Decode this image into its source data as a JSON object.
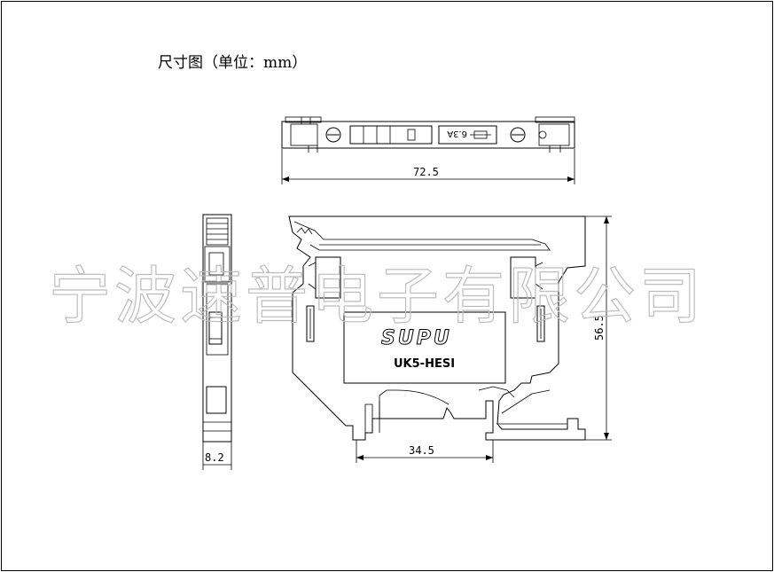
{
  "title": "尺寸图（单位：mm）",
  "watermark": "宁波速普电子有限公司",
  "brand": "SUPU",
  "model": "UK5-HESI",
  "fuse_rating": "6.3A",
  "dimensions": {
    "length": "72.5",
    "height": "56.5",
    "width": "8.2",
    "rail": "34.5"
  }
}
